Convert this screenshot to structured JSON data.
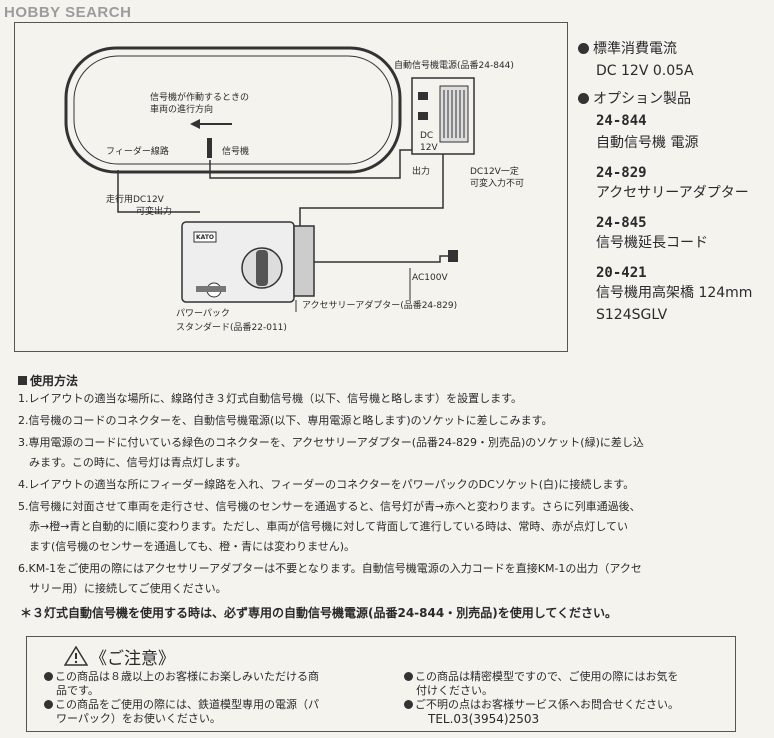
{
  "watermark": "HOBBY SEARCH",
  "diagram": {
    "power_unit_label": "自動信号機電源(品番24-844)",
    "direction_note_1": "信号機が作動するときの",
    "direction_note_2": "車両の進行方向",
    "feeder_label": "フィーダー線路",
    "signal_label": "信号機",
    "dc_label_1": "DC",
    "dc_label_2": "12V",
    "output_label": "出力",
    "dc_const_1": "DC12V一定",
    "dc_const_2": "可変入力不可",
    "run_label_1": "走行用DC12V",
    "run_label_2": "可変出力",
    "kato_label": "KATO",
    "ac_label": "AC100V",
    "adapter_label": "アクセサリーアダプター(品番24-829)",
    "powerpack_label_1": "パワーパック",
    "powerpack_label_2": "スタンダード(品番22-011)"
  },
  "specs": {
    "current_title": "標準消費電流",
    "current_value": "DC 12V 0.05A",
    "option_title": "オプション製品",
    "items": [
      {
        "code": "24-844",
        "name": "自動信号機 電源"
      },
      {
        "code": "24-829",
        "name": "アクセサリーアダプター"
      },
      {
        "code": "24-845",
        "name": "信号機延長コード"
      },
      {
        "code": "20-421",
        "name": "信号機用高架橋 124mm",
        "extra": "S124SGLV"
      }
    ]
  },
  "usage": {
    "title": "使用方法",
    "lines": [
      "1.レイアウトの適当な場所に、線路付き３灯式自動信号機（以下、信号機と略します）を設置します。",
      "2.信号機のコードのコネクターを、自動信号機電源(以下、専用電源と略します)のソケットに差しこみます。",
      "3.専用電源のコードに付いている緑色のコネクターを、アクセサリーアダプター(品番24-829・別売品)のソケット(緑)に差し込",
      "　みます。この時に、信号灯は青点灯します。",
      "4.レイアウトの適当な所にフィーダー線路を入れ、フィーダーのコネクターをパワーパックのDCソケット(白)に接続します。",
      "5.信号機に対面させて車両を走行させ、信号機のセンサーを通過すると、信号灯が青→赤へと変わります。さらに列車通過後、",
      "　赤→橙→青と自動的に順に変わります。ただし、車両が信号機に対して背面して進行している時は、常時、赤が点灯してい",
      "　ます(信号機のセンサーを通過しても、橙・青には変わりません)。",
      "6.KM-1をご使用の際にはアクセサリーアダプターは不要となります。自動信号機電源の入力コードを直接KM-1の出力（アクセ",
      "　サリー用）に接続してご使用ください。"
    ]
  },
  "warning": "＊３灯式自動信号機を使用する時は、必ず専用の自動信号機電源(品番24-844・別売品)を使用してください。",
  "caution": {
    "title": "《ご注意》",
    "left": [
      "この商品は８歳以上のお客様にお楽しみいただける商",
      "品です。",
      "この商品をご使用の際には、鉄道模型専用の電源（パ",
      "ワーパック）をお使いください。"
    ],
    "right": [
      "この商品は精密模型ですので、ご使用の際にはお気を",
      "付けください。",
      "ご不明の点はお客様サービス係へお問合せください。",
      "TEL.03(3954)2503"
    ]
  }
}
